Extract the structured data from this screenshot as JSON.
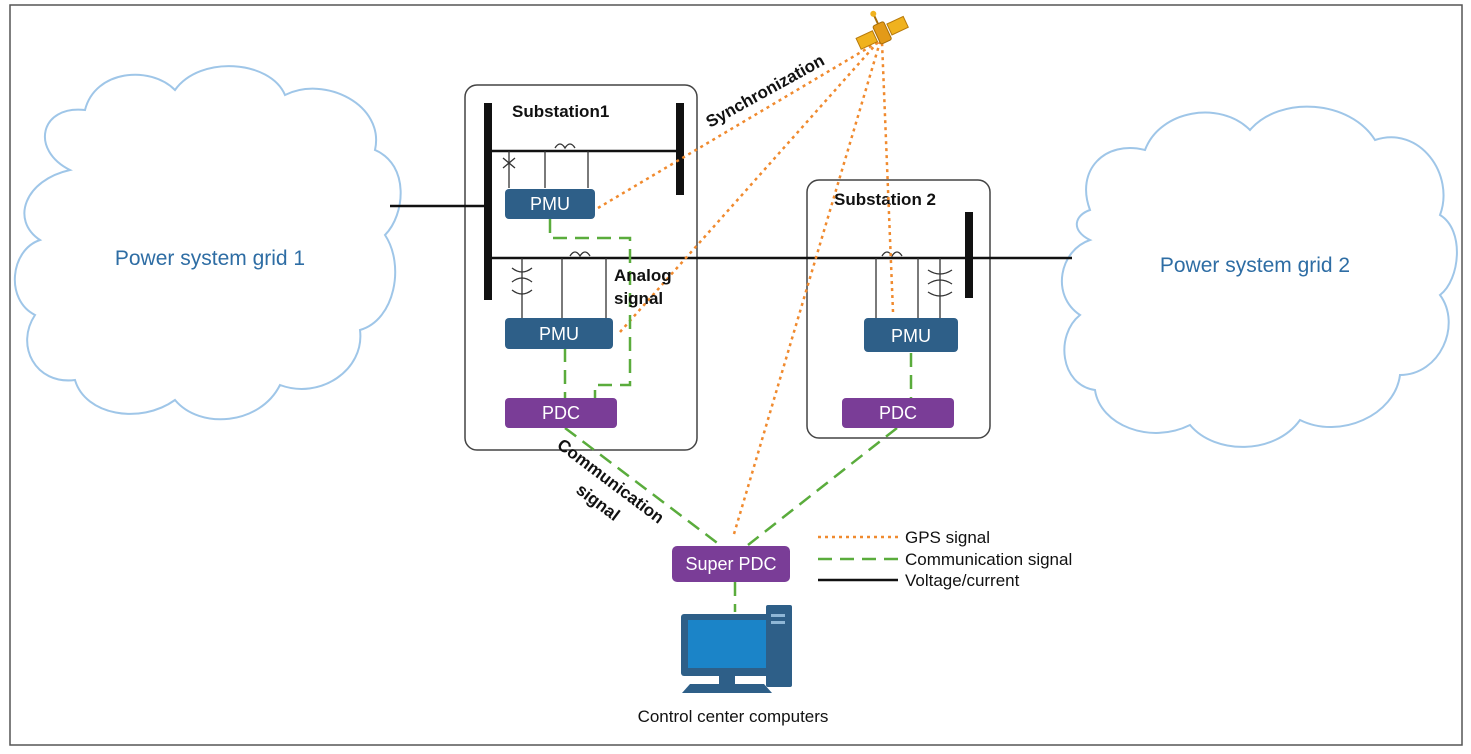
{
  "clouds": {
    "grid1": "Power system grid 1",
    "grid2": "Power system grid 2"
  },
  "substations": {
    "s1_title": "Substation1",
    "s2_title": "Substation 2"
  },
  "devices": {
    "pmu_label": "PMU",
    "pdc_label": "PDC",
    "super_pdc_label": "Super PDC"
  },
  "annotations": {
    "synchronization": "Synchronization",
    "analog_line1": "Analog",
    "analog_line2": "signal",
    "communication_line1": "Communication",
    "communication_line2": "signal"
  },
  "legend": [
    {
      "label": "GPS signal",
      "style": "dotted",
      "color": "#f08a2e"
    },
    {
      "label": "Communication signal",
      "style": "dashed",
      "color": "#5aac3c"
    },
    {
      "label": "Voltage/current",
      "style": "solid",
      "color": "#111111"
    }
  ],
  "caption": "Control center computers",
  "icons": {
    "satellite": "satellite-icon",
    "computer": "computer-icon",
    "transformer": "transformer-icon"
  },
  "colors": {
    "pmu": "#2e5f88",
    "pdc": "#7a3d97",
    "gps": "#f08a2e",
    "comm": "#5aac3c",
    "cloud_text": "#2e6da4",
    "cloud_stroke": "#9fc6e8"
  }
}
